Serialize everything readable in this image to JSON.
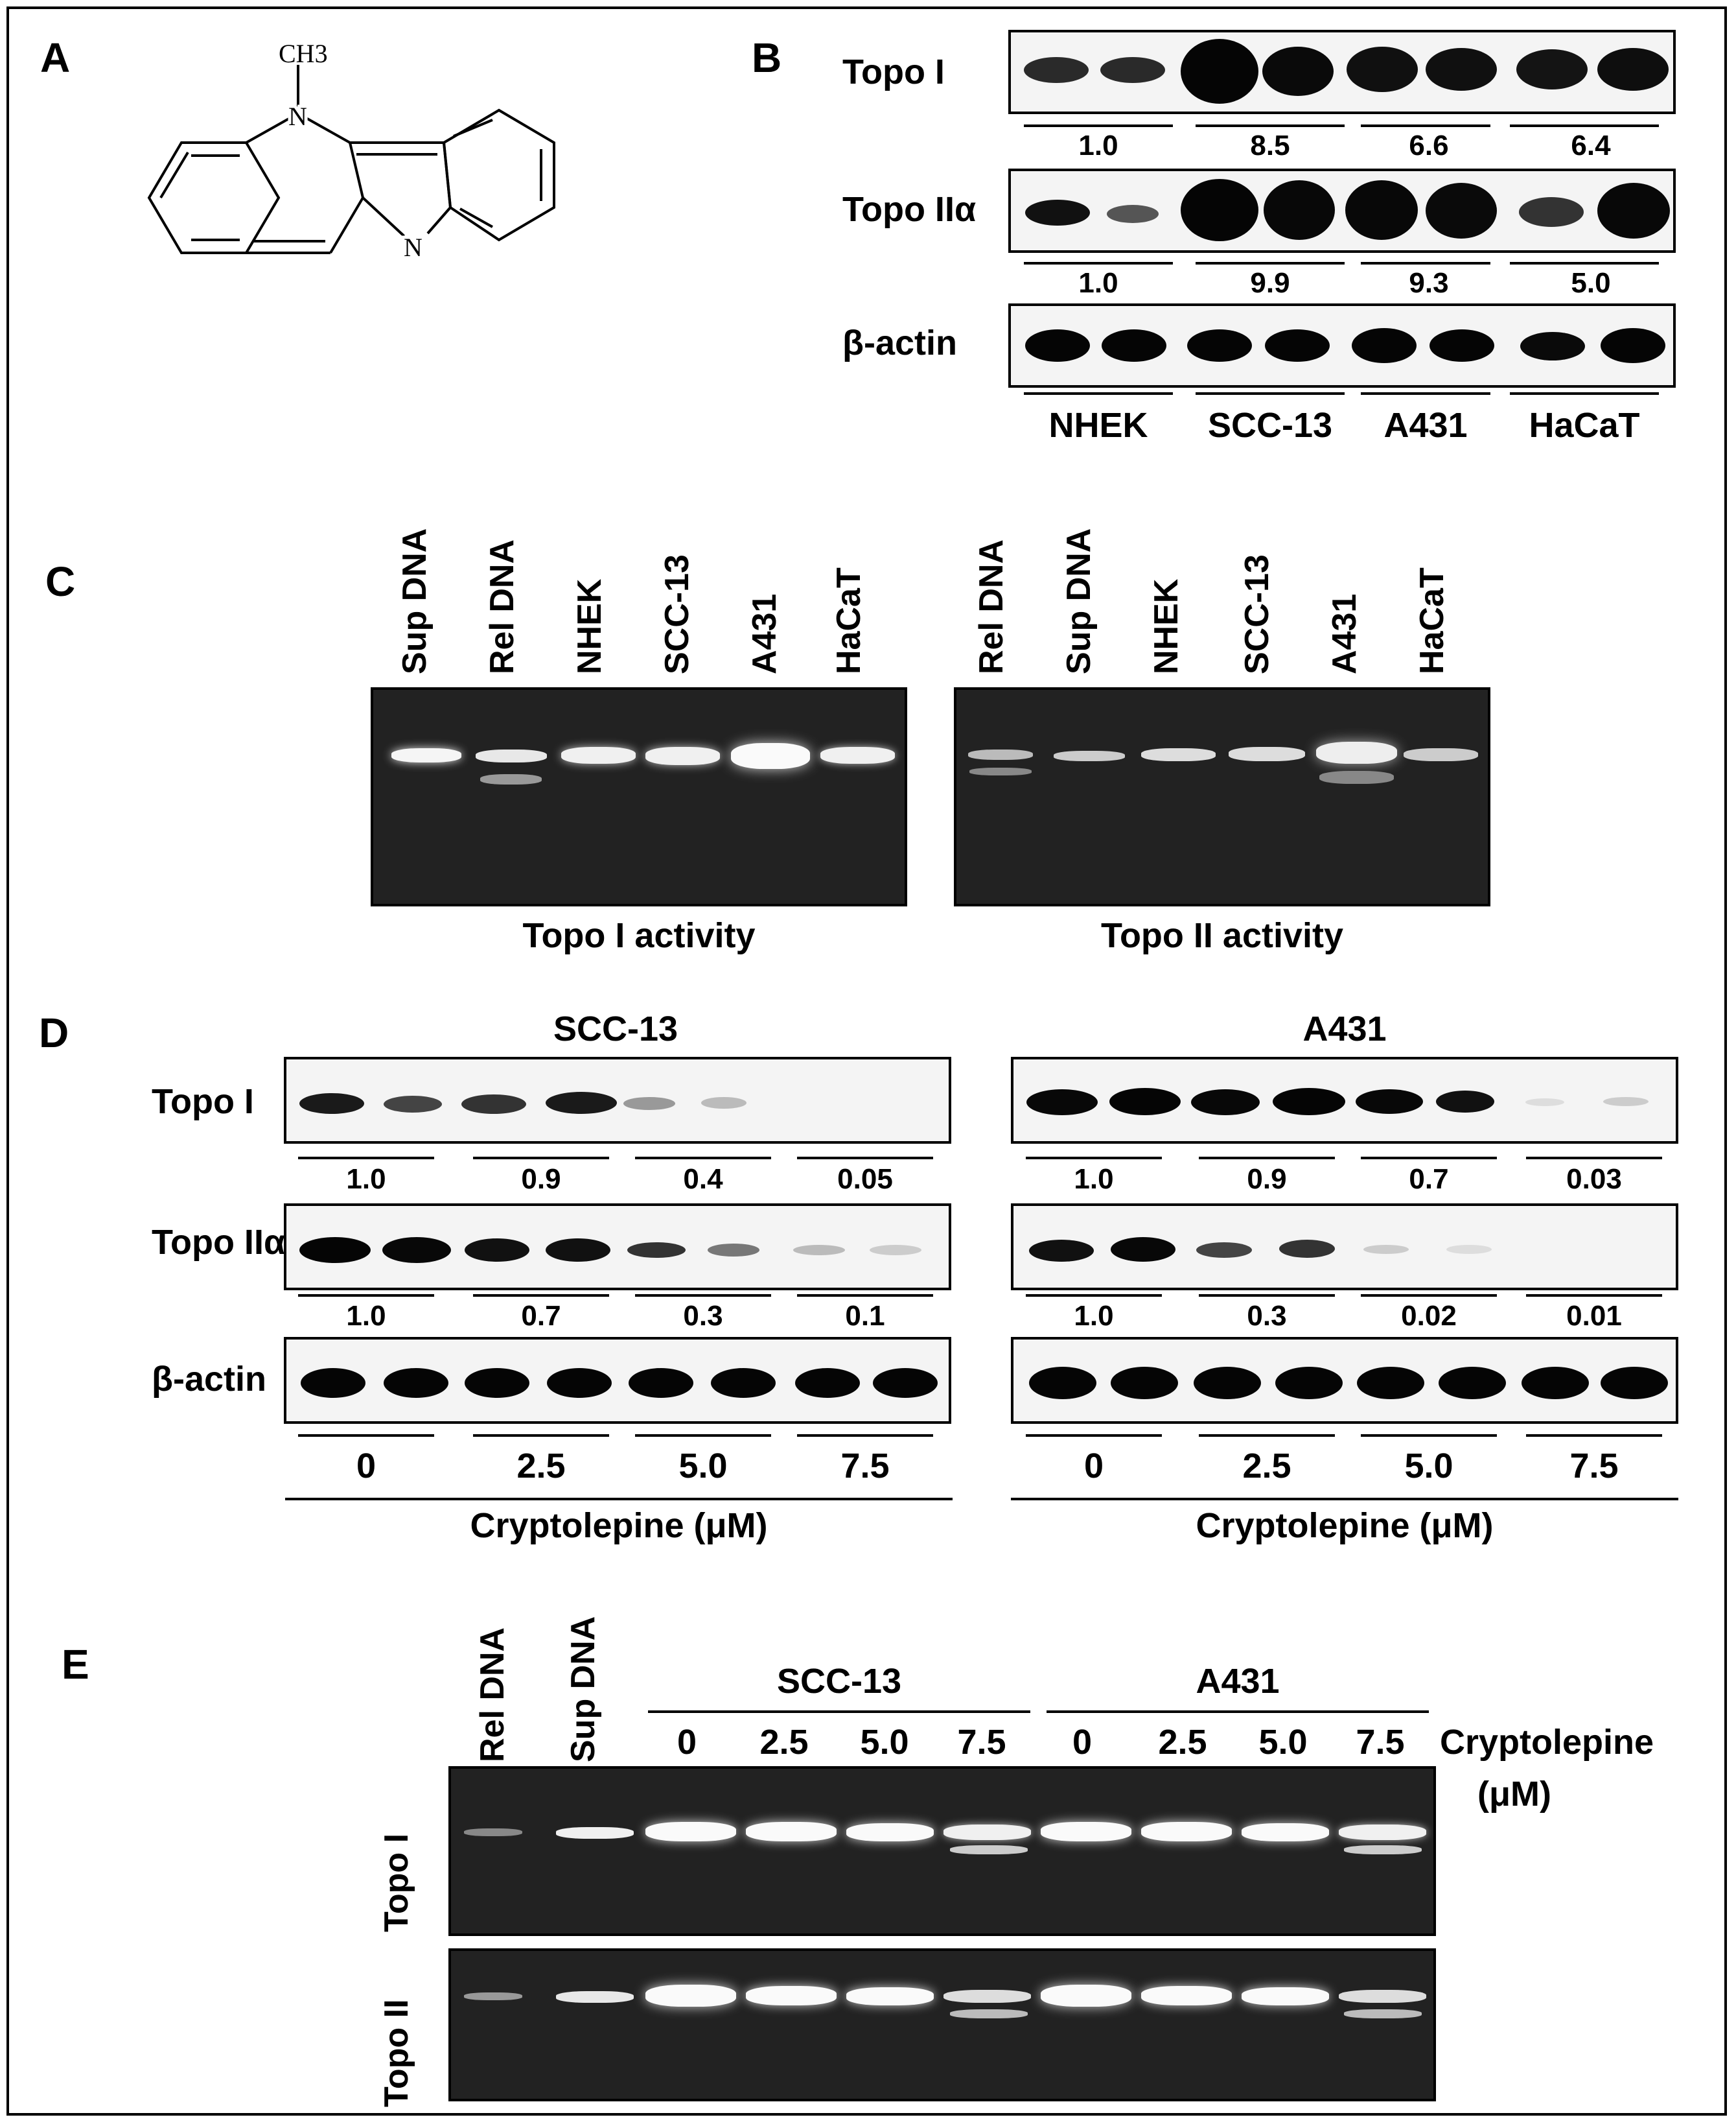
{
  "panels": {
    "A": {
      "label": "A",
      "structure": {
        "methyl": "CH3",
        "n1": "N",
        "n2": "N"
      }
    },
    "B": {
      "label": "B",
      "rows": [
        {
          "label": "Topo I",
          "values": [
            "1.0",
            "8.5",
            "6.6",
            "6.4"
          ]
        },
        {
          "label": "Topo IIα",
          "values": [
            "1.0",
            "9.9",
            "9.3",
            "5.0"
          ]
        },
        {
          "label": "β-actin",
          "values": []
        }
      ],
      "cell_lines": [
        "NHEK",
        "SCC-13",
        "A431",
        "HaCaT"
      ]
    },
    "C": {
      "label": "C",
      "gel1": {
        "lanes": [
          "Sup DNA",
          "Rel DNA",
          "NHEK",
          "SCC-13",
          "A431",
          "HaCaT"
        ],
        "caption": "Topo I activity"
      },
      "gel2": {
        "lanes": [
          "Rel DNA",
          "Sup DNA",
          "NHEK",
          "SCC-13",
          "A431",
          "HaCaT"
        ],
        "caption": "Topo II activity"
      }
    },
    "D": {
      "label": "D",
      "left": {
        "title": "SCC-13",
        "rows": [
          {
            "label": "Topo I",
            "values": [
              "1.0",
              "0.9",
              "0.4",
              "0.05"
            ]
          },
          {
            "label": "Topo IIα",
            "values": [
              "1.0",
              "0.7",
              "0.3",
              "0.1"
            ]
          },
          {
            "label": "β-actin",
            "values": []
          }
        ],
        "doses": [
          "0",
          "2.5",
          "5.0",
          "7.5"
        ],
        "xlabel": "Cryptolepine (μM)"
      },
      "right": {
        "title": "A431",
        "rows": [
          {
            "values": [
              "1.0",
              "0.9",
              "0.7",
              "0.03"
            ]
          },
          {
            "values": [
              "1.0",
              "0.3",
              "0.02",
              "0.01"
            ]
          },
          {
            "values": []
          }
        ],
        "doses": [
          "0",
          "2.5",
          "5.0",
          "7.5"
        ],
        "xlabel": "Cryptolepine (μM)"
      }
    },
    "E": {
      "label": "E",
      "controls": [
        "Rel DNA",
        "Sup DNA"
      ],
      "groups": [
        "SCC-13",
        "A431"
      ],
      "doses": [
        "0",
        "2.5",
        "5.0",
        "7.5",
        "0",
        "2.5",
        "5.0",
        "7.5"
      ],
      "treatment_label": "Cryptolepine",
      "unit_label": "(μM)",
      "gel_rows": [
        "Topo I",
        "Topo II"
      ]
    }
  }
}
